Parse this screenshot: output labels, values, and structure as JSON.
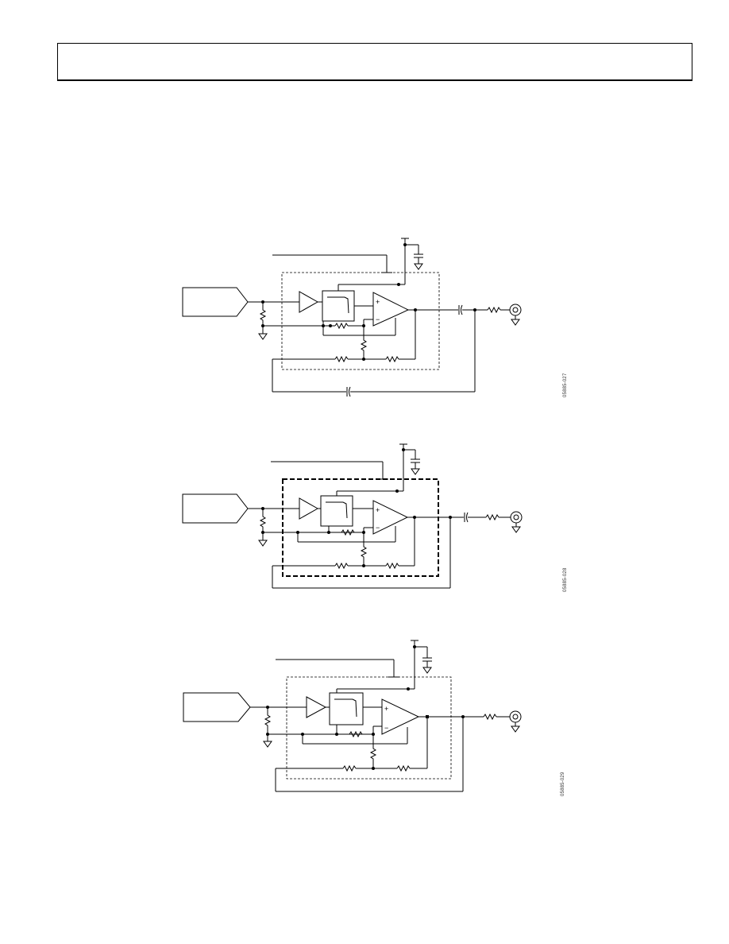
{
  "figures": [
    {
      "id": "fig-27",
      "figure_code": "05885-027",
      "box_style": "dashed-thin",
      "output_cap": true,
      "feedback_cap": true
    },
    {
      "id": "fig-28",
      "figure_code": "05885-028",
      "box_style": "dashed-bold",
      "output_cap": true,
      "feedback_cap": false
    },
    {
      "id": "fig-29",
      "figure_code": "05885-029",
      "box_style": "dashed-thin",
      "output_cap": false,
      "feedback_cap": false
    }
  ],
  "symbols": {
    "opamp_plus": "+",
    "opamp_minus": "−"
  }
}
